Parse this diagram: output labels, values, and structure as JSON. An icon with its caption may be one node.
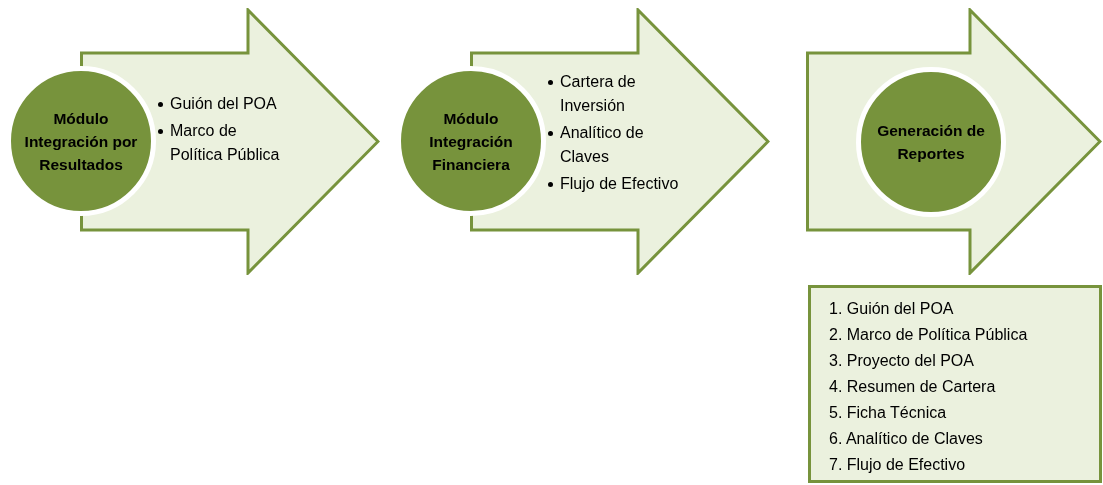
{
  "diagram": {
    "nodes": [
      {
        "text": [
          "Módulo Integración por Resultados"
        ]
      },
      {
        "text": [
          "Guión del POA",
          "Marco de Política Pública"
        ]
      },
      {
        "text": [
          "Módulo Integración Financiera"
        ]
      },
      {
        "text": [
          "Cartera de Inversión",
          "Analítico de Claves",
          "Flujo de Efectivo"
        ]
      },
      {
        "text": [],
        "shape": "arrow"
      },
      {
        "text": [
          "Generación de Reportes"
        ],
        "in": 4
      },
      {
        "text": [
          "1. Guión del POA",
          "2. Marco de Política Pública",
          "3. Proyecto del POA",
          "4. Resumen de Cartera",
          "5. Ficha Técnica",
          "6. Analítico de Claves",
          "7. Flujo de Efectivo"
        ]
      }
    ]
  }
}
